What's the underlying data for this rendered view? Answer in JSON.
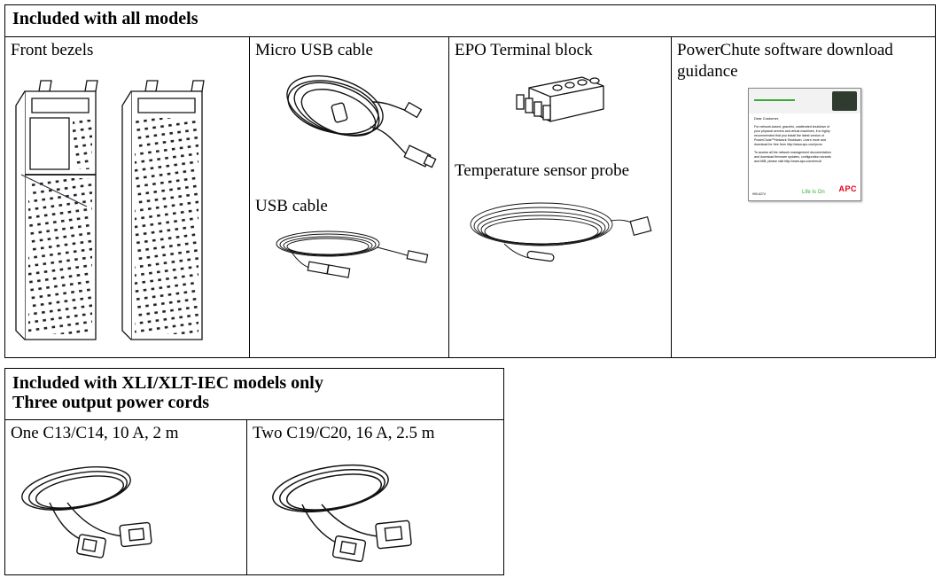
{
  "table1": {
    "header": "Included with all models",
    "front_bezels": "Front bezels",
    "micro_usb_cable": "Micro USB cable",
    "usb_cable": "USB cable",
    "epo_terminal_block": "EPO Terminal block",
    "temperature_sensor_probe": "Temperature sensor probe",
    "powerchute_line1": "PowerChute software download",
    "powerchute_line2": "guidance"
  },
  "flyer": {
    "greeting": "Dear Customer,",
    "body_lines": [
      "For network-based, graceful, unattended shutdown of",
      "your physical servers and virtual machines, it is highly",
      "recommended that you install the latest version of",
      "PowerChute™Network Shutdown. Learn more and",
      "download for free from http://www.apc.com/pcns",
      "",
      "To access all the network management documentation",
      "and download firmware updates, configuration wizards",
      "and MIB, please visit http://www.apc.com/nmcdl"
    ],
    "slogan": "Life Is On",
    "brand": "APC",
    "code": "990-6274"
  },
  "table2": {
    "header_line1": "Included with XLI/XLT-IEC models only",
    "header_line2": "Three output power cords",
    "cord1": "One C13/C14, 10 A, 2 m",
    "cord2": "Two C19/C20, 16 A, 2.5 m"
  },
  "colors": {
    "border": "#000000",
    "flyer_accent": "#3aaa35",
    "brand_red": "#e3001b"
  }
}
